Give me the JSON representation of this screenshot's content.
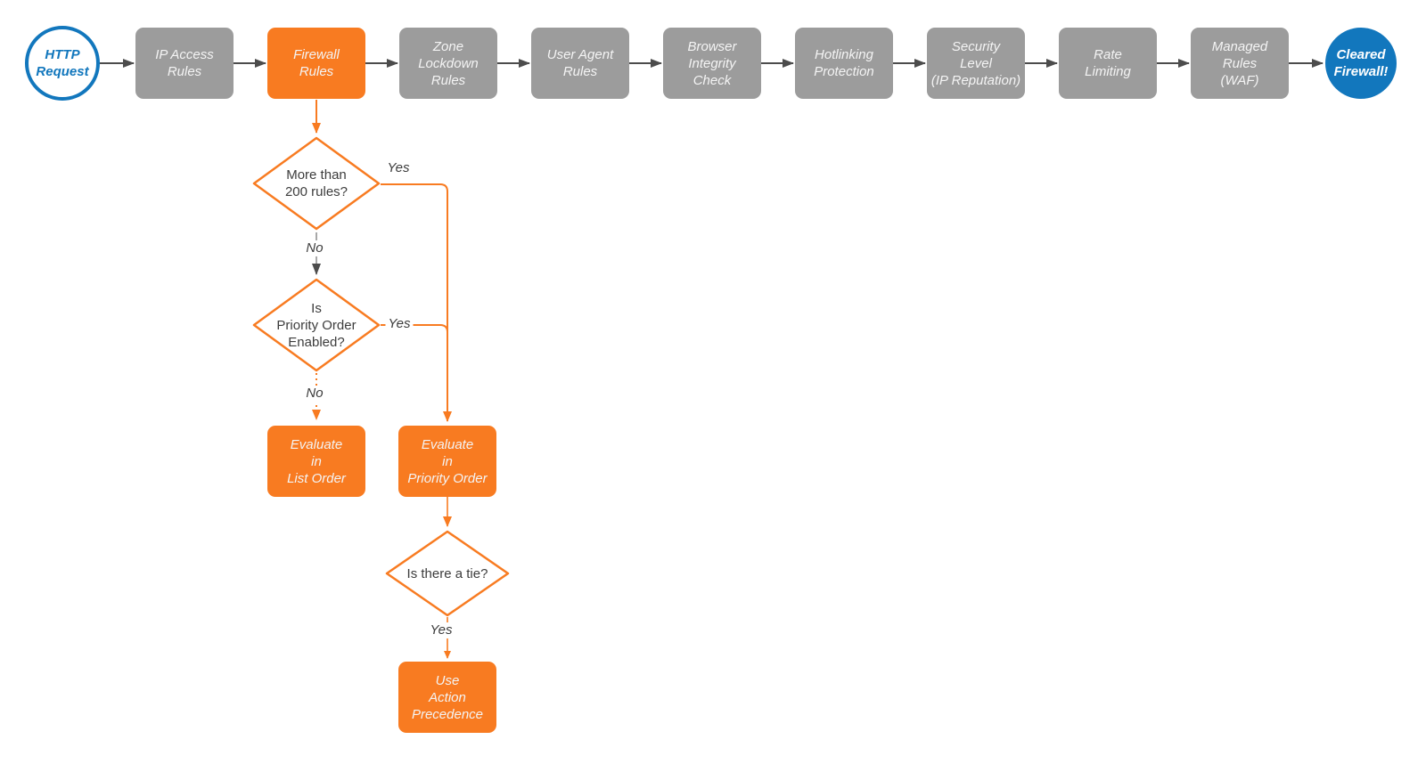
{
  "diagram": {
    "start_node": {
      "label": "HTTP\nRequest"
    },
    "end_node": {
      "label": "Cleared\nFirewall!"
    },
    "stages": [
      {
        "label": "IP Access\nRules"
      },
      {
        "label": "Firewall\nRules"
      },
      {
        "label": "Zone\nLockdown\nRules"
      },
      {
        "label": "User Agent\nRules"
      },
      {
        "label": "Browser\nIntegrity\nCheck"
      },
      {
        "label": "Hotlinking\nProtection"
      },
      {
        "label": "Security\nLevel\n(IP Reputation)"
      },
      {
        "label": "Rate\nLimiting"
      },
      {
        "label": "Managed\nRules\n(WAF)"
      }
    ],
    "decisions": [
      {
        "label": "More than\n200 rules?"
      },
      {
        "label": "Is\nPriority Order\nEnabled?"
      },
      {
        "label": "Is there a tie?"
      }
    ],
    "actions": [
      {
        "label": "Evaluate\nin\nList Order"
      },
      {
        "label": "Evaluate\nin\nPriority Order"
      },
      {
        "label": "Use\nAction\nPrecedence"
      }
    ],
    "edge_labels": {
      "more_rules_yes": "Yes",
      "more_rules_no": "No",
      "priority_yes": "Yes",
      "priority_no": "No",
      "tie_yes": "Yes"
    }
  },
  "colors": {
    "orange": "#F87B21",
    "blue": "#1277BD",
    "gray_fill": "#9C9C9C",
    "edge_dark": "#4C4C4C",
    "edge_light": "#A8A8A8",
    "text_dark": "#3C3C3C",
    "node_text": "#F4F4F4",
    "bg": "#FFFFFF"
  }
}
